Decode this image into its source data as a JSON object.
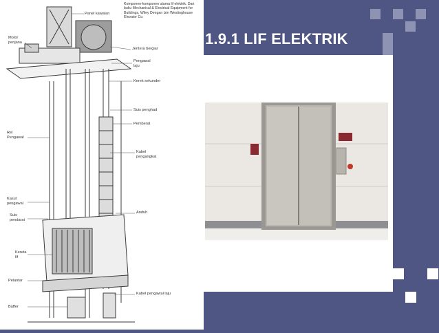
{
  "slide": {
    "title": "1.9.1 LIF ELEKTRIK"
  },
  "diagram": {
    "caption": "Komponen-komponen utama lif elektrik. Dari buku Mechanical & Electrical Equipment for Buildings, Wiley Dengan Izin Westinghouse Elevator Co.",
    "labels": {
      "panel_kawalan": "Panel kawalan",
      "motor_penjana": "Motor penjana",
      "jentera_bergiar": "Jentera bergiar",
      "pengawal_laju": "Pengawal laju",
      "kerek_sekunder": "Kerek sekunder",
      "suis_penghad": "Suis penghad",
      "rel_pengawal": "Rel Pengawal",
      "pemberat": "Pemberat",
      "kabel_pengangkat": "Kabel pengangkat",
      "kasut_pengawal": "Kasut pengawal",
      "suis_pendarat": "Suis pendarat",
      "anduh": "Anduh",
      "kereta_lif": "Kereta lif",
      "pelantar": "Pelantar",
      "kabel_pengawal_laju": "Kabel pengawal laju",
      "buffer": "Buffer"
    }
  },
  "colors": {
    "background": "#4f5684",
    "accent_square": "#8e93b3",
    "white": "#ffffff"
  }
}
